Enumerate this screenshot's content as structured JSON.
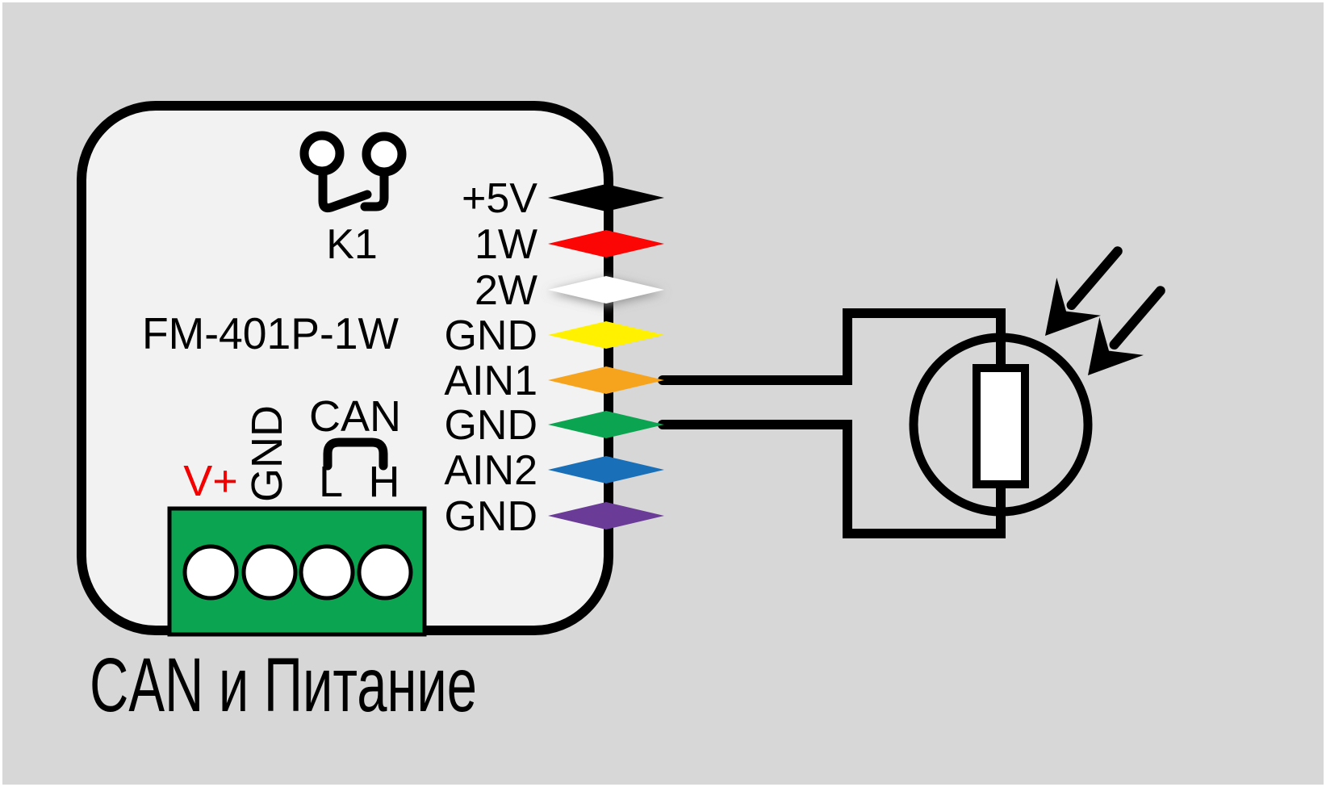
{
  "device": {
    "model": "FM-401P-1W",
    "relay_label": "K1",
    "caption": "CAN и Питание"
  },
  "pins": [
    {
      "label": "+5V",
      "color": "#000000"
    },
    {
      "label": "1W",
      "color": "#fb0505"
    },
    {
      "label": "2W",
      "color": "#ffffff"
    },
    {
      "label": "GND",
      "color": "#fff100"
    },
    {
      "label": "AIN1",
      "color": "#f6a41e"
    },
    {
      "label": "GND",
      "color": "#0ba551"
    },
    {
      "label": "AIN2",
      "color": "#1a70b8"
    },
    {
      "label": "GND",
      "color": "#6a3c97"
    }
  ],
  "terminal": {
    "power_label": "V+",
    "ground_label": "GND",
    "can_label": "CAN",
    "can_low_label": "L",
    "can_high_label": "H",
    "power_label_color": "#f40000",
    "block_color": "#0ba551"
  },
  "icons": {
    "relay": "relay-contact-icon",
    "sensor": "photoresistor-icon",
    "light": "light-arrows-icon"
  },
  "colors": {
    "background": "#d7d7d7",
    "device_fill": "#f2f2f2",
    "outline": "#000000"
  }
}
